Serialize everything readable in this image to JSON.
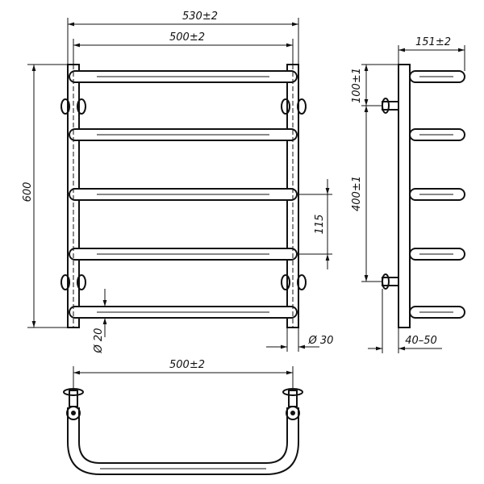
{
  "front_view": {
    "dim_overall_width": "530±2",
    "dim_bar_width": "500±2",
    "dim_height": "600",
    "dim_step": "115",
    "dim_pipe_diameter": "Ø 20",
    "dim_post_diameter": "Ø 30"
  },
  "side_view": {
    "dim_depth": "151±2",
    "dim_top_offset": "100±1",
    "dim_mount_spacing": "400±1",
    "dim_wall_gap": "40–50"
  },
  "bottom_view": {
    "dim_width": "500±2"
  }
}
